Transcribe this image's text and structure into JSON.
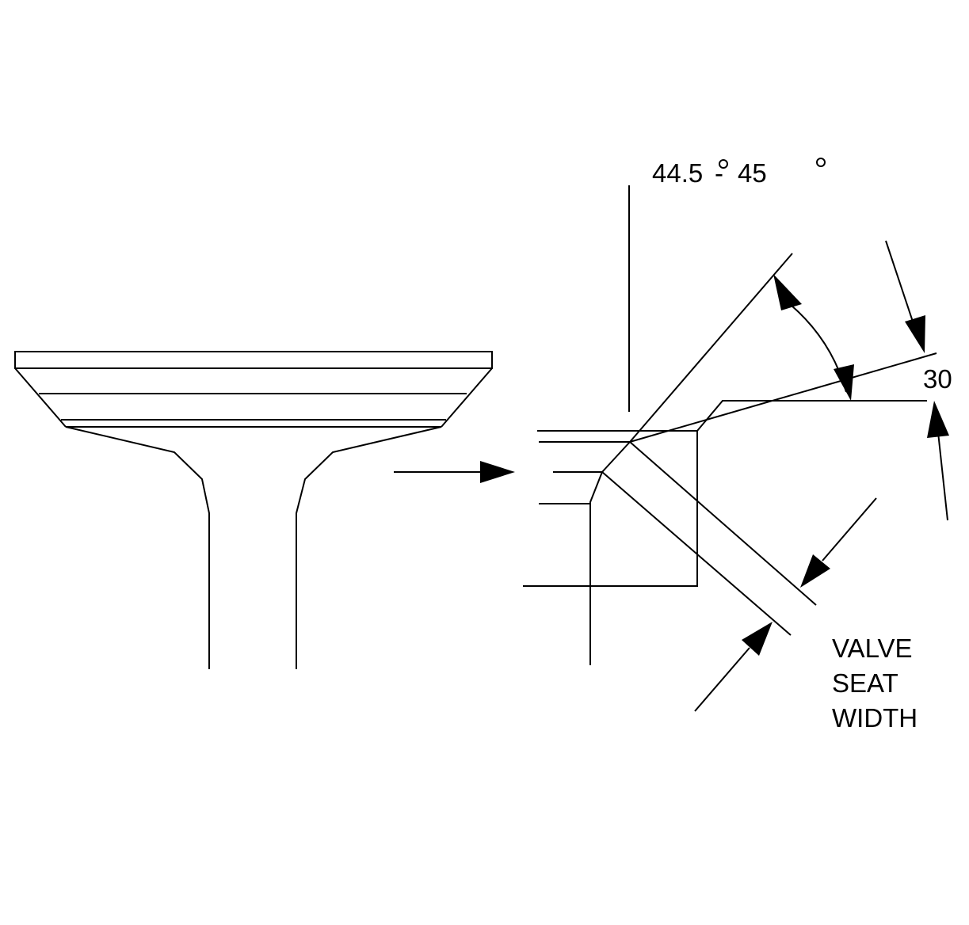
{
  "diagram": {
    "angle_range": {
      "min": "44.5",
      "separator": "-",
      "max": "45"
    },
    "angle_30": "30",
    "valve_seat_label": {
      "line1": "VALVE",
      "line2": "SEAT",
      "line3": "WIDTH"
    },
    "colors": {
      "stroke": "#000000",
      "background": "#ffffff"
    }
  }
}
